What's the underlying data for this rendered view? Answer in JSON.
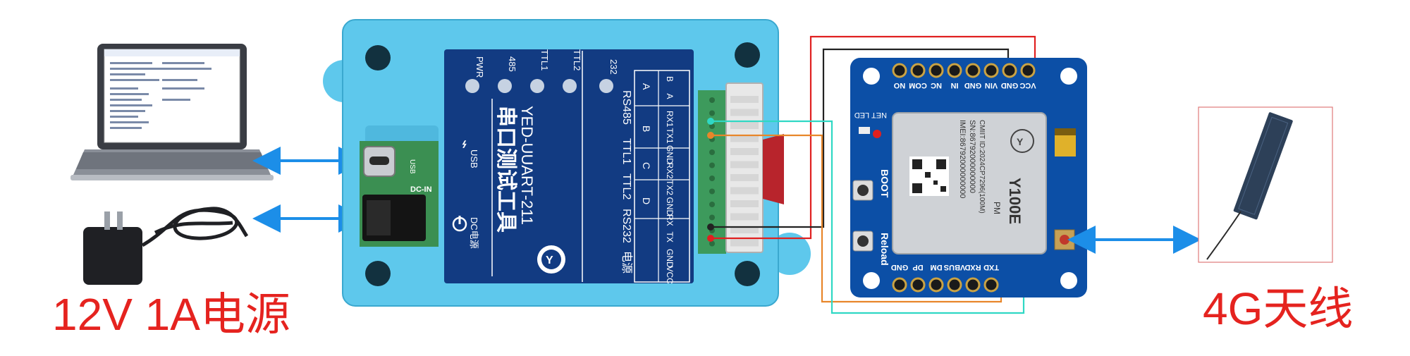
{
  "power_label": "12V 1A电源",
  "antenna_label": "4G天线",
  "tool": {
    "name_cn": "串口测试工具",
    "model": "YED-UUART-211",
    "leds": [
      "PWR",
      "485",
      "TTL1",
      "TTL2",
      "232"
    ],
    "usb_label": "USB",
    "dc_label": "DC电源",
    "section_labels": [
      "RS485",
      "TTL1",
      "TTL2",
      "RS232",
      "电源"
    ],
    "pins_a": [
      "A",
      "B",
      "C",
      "D"
    ],
    "pins_b": [
      "B",
      "A",
      "RX1",
      "TX1",
      "GND",
      "RX2",
      "TX2",
      "GND",
      "RX",
      "TX",
      "GND",
      "VCC"
    ],
    "jack_label": "USB",
    "dc_in_label": "DC-IN"
  },
  "module": {
    "name": "Y100E",
    "top_pins": [
      "NO",
      "COM",
      "NC",
      "IN",
      "GND",
      "VIN",
      "GND",
      "VCC"
    ],
    "bottom_pins": [
      "GND",
      "DP",
      "DM",
      "VBUS",
      "RXD",
      "TXD"
    ],
    "net_led": "NET LED",
    "boot": "BOOT",
    "reload": "Reload",
    "chip_brand": "PM",
    "chip_lines": [
      "SN:86792000000000",
      "IMEI:86792000000000",
      "CMIIT ID:2024CP7296(100M)"
    ]
  },
  "colors": {
    "accent_red": "#e5231f",
    "arrow_blue": "#1c8ee8",
    "case_blue": "#5ec8ec",
    "panel_navy": "#123b82",
    "pcb_blue": "#0c4fa6",
    "wire_red": "#e02020",
    "wire_black": "#222222",
    "wire_orange": "#e8862a",
    "wire_cyan": "#2fd8c4"
  }
}
